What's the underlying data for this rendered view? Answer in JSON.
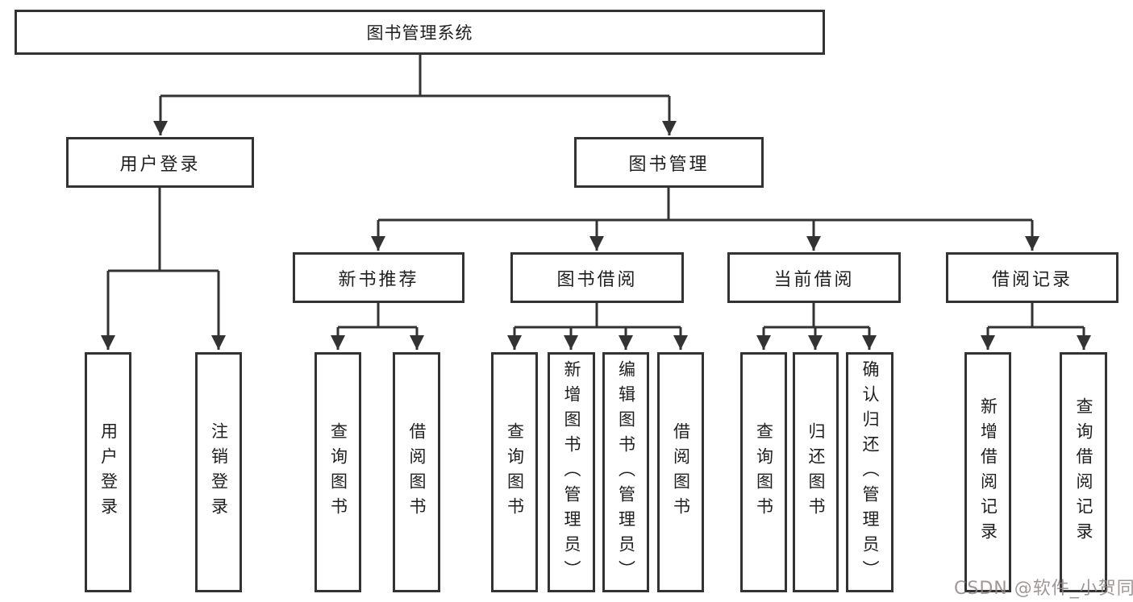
{
  "diagram": {
    "root": {
      "label": "图书管理系统"
    },
    "branches": [
      {
        "label": "用户登录",
        "children": [
          {
            "label": "用户登录"
          },
          {
            "label": "注销登录"
          }
        ]
      },
      {
        "label": "图书管理",
        "children": [
          {
            "label": "新书推荐",
            "children": [
              {
                "label": "查询图书"
              },
              {
                "label": "借阅图书"
              }
            ]
          },
          {
            "label": "图书借阅",
            "children": [
              {
                "label": "查询图书"
              },
              {
                "label": "新增图书（管理员）"
              },
              {
                "label": "编辑图书（管理员）"
              },
              {
                "label": "借阅图书"
              }
            ]
          },
          {
            "label": "当前借阅",
            "children": [
              {
                "label": "查询图书"
              },
              {
                "label": "归还图书"
              },
              {
                "label": "确认归还（管理员）"
              }
            ]
          },
          {
            "label": "借阅记录",
            "children": [
              {
                "label": "新增借阅记录"
              },
              {
                "label": "查询借阅记录"
              }
            ]
          }
        ]
      }
    ]
  },
  "watermark": {
    "text": "CSDN @软件_小贺同学",
    "color": "#8f8585"
  },
  "colors": {
    "line": "#333333",
    "text": "#1f1f1f",
    "background": "#ffffff"
  }
}
